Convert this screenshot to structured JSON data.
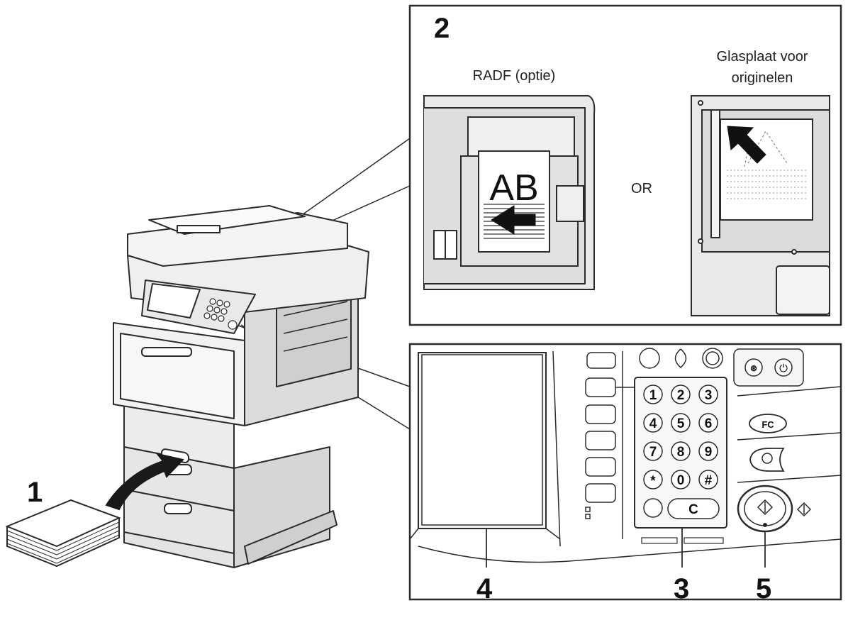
{
  "steps": {
    "step1": "1",
    "step2": "2",
    "step3": "3",
    "step4": "4",
    "step5": "5"
  },
  "panel_top": {
    "radf_label": "RADF (optie)",
    "or_label": "OR",
    "glass_label_line1": "Glasplaat voor",
    "glass_label_line2": "originelen",
    "document_text": "AB"
  },
  "panel_bottom": {
    "keypad_keys": [
      "1",
      "2",
      "3",
      "4",
      "5",
      "6",
      "7",
      "8",
      "9",
      "*",
      "0",
      "#"
    ],
    "clear_key": "C",
    "fc_key": "FC"
  },
  "icons": {
    "insert_arrow": "curved-arrow-icon",
    "feed_arrow": "left-arrow-icon",
    "glass_arrow": "diagonal-arrow-icon",
    "start_button": "start-diamond-icon",
    "power_button": "power-icon"
  },
  "colors": {
    "line": "#2b2b2b",
    "fill_light": "#ebebeb",
    "fill_mid": "#d4d4d4",
    "background": "#ffffff"
  }
}
